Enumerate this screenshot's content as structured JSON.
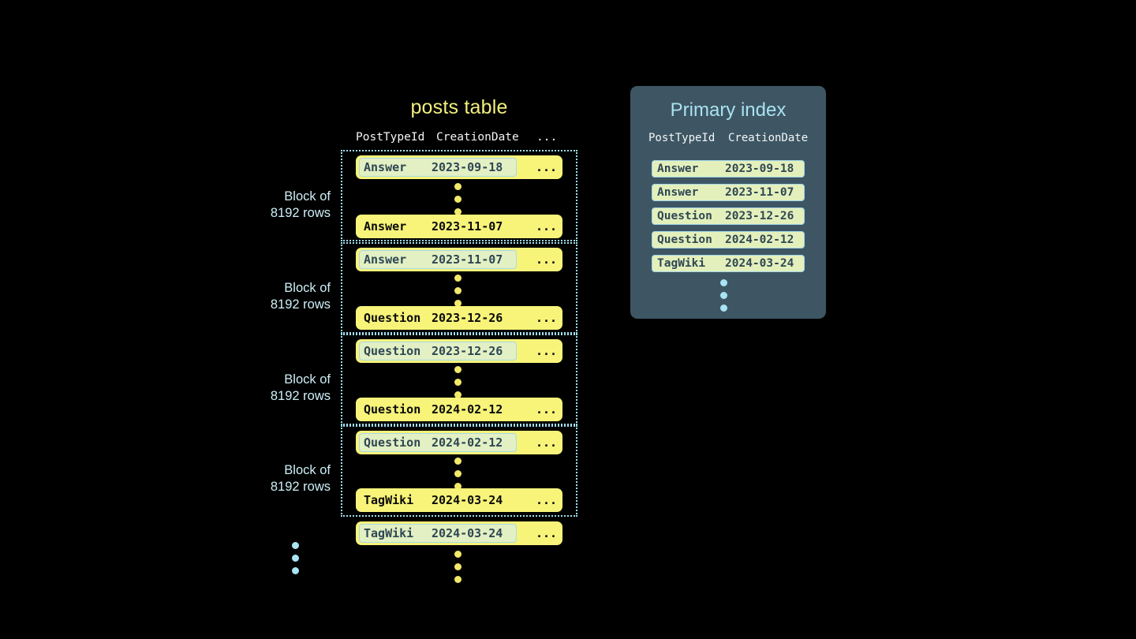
{
  "background": "#000000",
  "colors": {
    "row_yellow": "#f7f479",
    "highlight_green": "#e2f0bc",
    "highlight_border": "#a8d8e8",
    "dotted_border": "#9fdff0",
    "panel_bg": "#3e5663",
    "title_yellow": "#f2f07e",
    "title_blue": "#a9e2f2",
    "label_cyan": "#cdeff7",
    "dot_yellow": "#f2e96a",
    "dot_blue": "#a8e4f5"
  },
  "posts_table": {
    "title": "posts table",
    "headers": {
      "post_type_id": "PostTypeId",
      "creation_date": "CreationDate",
      "more": "..."
    },
    "block_label": "Block of\n8192 rows",
    "block_label_line1": "Block of",
    "block_label_line2": "8192 rows",
    "blocks": [
      {
        "label_line1": "Block of",
        "label_line2": "8192 rows",
        "first_row": {
          "post_type_id": "Answer",
          "creation_date": "2023-09-18",
          "more": "...",
          "highlighted": true
        },
        "last_row": {
          "post_type_id": "Answer",
          "creation_date": "2023-11-07",
          "more": "...",
          "highlighted": false
        }
      },
      {
        "label_line1": "Block of",
        "label_line2": "8192 rows",
        "first_row": {
          "post_type_id": "Answer",
          "creation_date": "2023-11-07",
          "more": "...",
          "highlighted": true
        },
        "last_row": {
          "post_type_id": "Question",
          "creation_date": "2023-12-26",
          "more": "...",
          "highlighted": false
        }
      },
      {
        "label_line1": "Block of",
        "label_line2": "8192 rows",
        "first_row": {
          "post_type_id": "Question",
          "creation_date": "2023-12-26",
          "more": "...",
          "highlighted": true
        },
        "last_row": {
          "post_type_id": "Question",
          "creation_date": "2024-02-12",
          "more": "...",
          "highlighted": false
        }
      },
      {
        "label_line1": "Block of",
        "label_line2": "8192 rows",
        "first_row": {
          "post_type_id": "Question",
          "creation_date": "2024-02-12",
          "more": "...",
          "highlighted": true
        },
        "last_row": {
          "post_type_id": "TagWiki",
          "creation_date": "2024-03-24",
          "more": "...",
          "highlighted": false
        }
      }
    ],
    "trailing_row": {
      "post_type_id": "TagWiki",
      "creation_date": "2024-03-24",
      "more": "...",
      "highlighted": true
    }
  },
  "primary_index": {
    "title": "Primary index",
    "headers": {
      "post_type_id": "PostTypeId",
      "creation_date": "CreationDate"
    },
    "rows": [
      {
        "post_type_id": "Answer",
        "creation_date": "2023-09-18"
      },
      {
        "post_type_id": "Answer",
        "creation_date": "2023-11-07"
      },
      {
        "post_type_id": "Question",
        "creation_date": "2023-12-26"
      },
      {
        "post_type_id": "Question",
        "creation_date": "2024-02-12"
      },
      {
        "post_type_id": "TagWiki",
        "creation_date": "2024-03-24"
      }
    ]
  }
}
